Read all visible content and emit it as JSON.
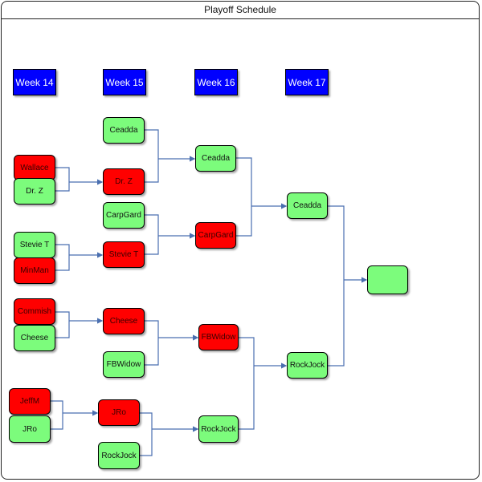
{
  "title": "Playoff Schedule",
  "weeks": [
    "Week 14",
    "Week 15",
    "Week 16",
    "Week 17"
  ],
  "colors": {
    "week_header": "#0000FF",
    "winner": "#7CFC7C",
    "loser": "#FF0000",
    "connector": "#4A6FB0"
  },
  "round1": [
    {
      "name": "Wallace",
      "status": "loser"
    },
    {
      "name": "Dr. Z",
      "status": "winner"
    },
    {
      "name": "Stevie T",
      "status": "winner"
    },
    {
      "name": "MinMan",
      "status": "loser"
    },
    {
      "name": "Commish",
      "status": "loser"
    },
    {
      "name": "Cheese",
      "status": "winner"
    },
    {
      "name": "JeffM",
      "status": "loser"
    },
    {
      "name": "JRo",
      "status": "winner"
    }
  ],
  "round2": [
    {
      "name": "Ceadda",
      "status": "winner"
    },
    {
      "name": "Dr. Z",
      "status": "loser"
    },
    {
      "name": "CarpGard",
      "status": "winner"
    },
    {
      "name": "Stevie T",
      "status": "loser"
    },
    {
      "name": "Cheese",
      "status": "loser"
    },
    {
      "name": "FBWidow",
      "status": "winner"
    },
    {
      "name": "JRo",
      "status": "loser"
    },
    {
      "name": "RockJock",
      "status": "winner"
    }
  ],
  "round3": [
    {
      "name": "Ceadda",
      "status": "winner"
    },
    {
      "name": "CarpGard",
      "status": "loser"
    },
    {
      "name": "FBWidow",
      "status": "loser"
    },
    {
      "name": "RockJock",
      "status": "winner"
    }
  ],
  "round4": [
    {
      "name": "Ceadda",
      "status": "winner"
    },
    {
      "name": "RockJock",
      "status": "winner"
    }
  ],
  "champion": {
    "name": "",
    "status": "winner"
  }
}
